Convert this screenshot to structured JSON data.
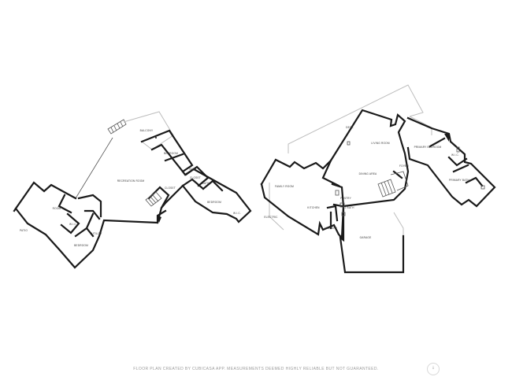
{
  "left_plan": {
    "labels": {
      "balcony": "BALCONY",
      "recreation_room": "RECREATION ROOM",
      "bedroom_1": "BEDROOM",
      "bedroom_2": "BEDROOM",
      "bedroom_3": "BEDROOM",
      "bath_1": "BATH",
      "bath_2": "BATH",
      "closet_1": "CLOSET",
      "closet_2": "CLOSET",
      "patio": "PATIO",
      "w_i_c_1": "W.I.C.",
      "w_i_c_2": "W.I.C.",
      "room": "ROOM",
      "utility": "UTILITY"
    }
  },
  "right_plan": {
    "labels": {
      "deck": "DECK",
      "living_room": "LIVING ROOM",
      "dining_area": "DINING AREA",
      "family_room": "FAMILY ROOM",
      "kitchen": "KITCHEN",
      "foyer": "FOYER",
      "primary_bedroom": "PRIMARY BEDROOM",
      "primary_bath": "PRIMARY BATH",
      "wic": "W.I.C.",
      "garage": "GARAGE",
      "pantry": "PANTRY",
      "electric": "ELECTRIC",
      "half_bath": "1/2 BATH",
      "laundry": "LAUNDRY"
    }
  },
  "footer_text": "FLOOR PLAN CREATED BY CUBICASA APP. MEASUREMENTS DEEMED HIGHLY RELIABLE BUT NOT GUARANTEED.",
  "compass_icon": "north-arrow-icon"
}
